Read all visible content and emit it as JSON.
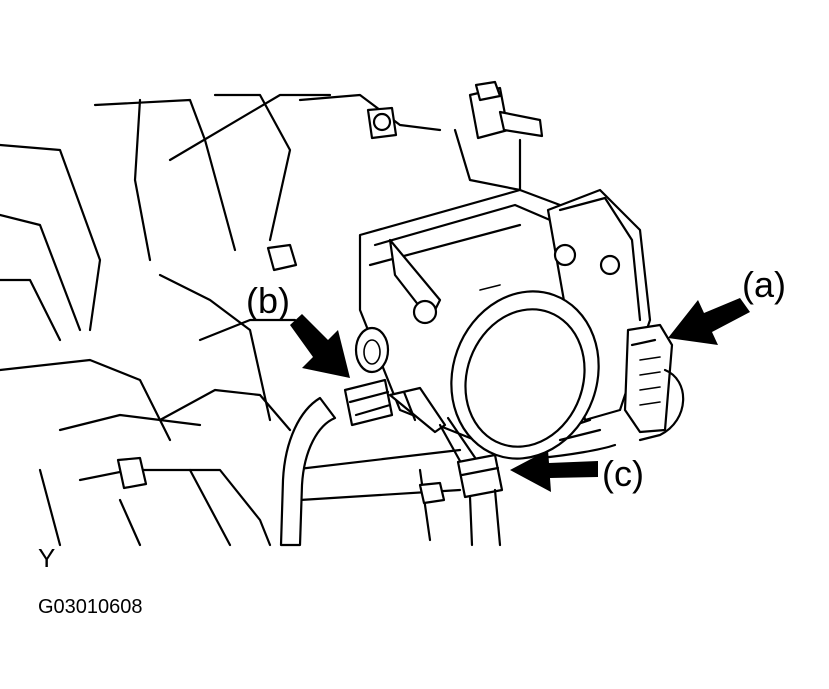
{
  "callouts": {
    "a": "(a)",
    "b": "(b)",
    "c": "(c)"
  },
  "view_letter": "Y",
  "figure_code": "G03010608"
}
